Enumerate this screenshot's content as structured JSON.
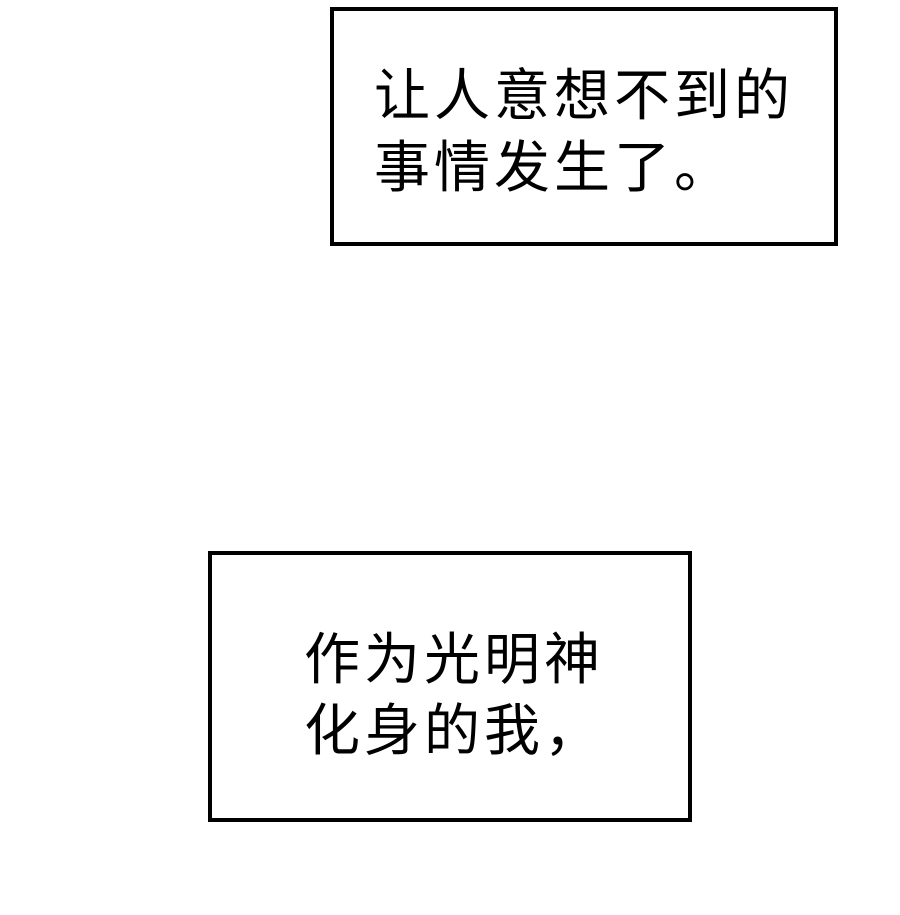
{
  "narration_boxes": [
    {
      "lines": [
        "让人意想不到的",
        "事情发生了。"
      ]
    },
    {
      "lines": [
        "作为光明神",
        "化身的我，"
      ]
    }
  ],
  "colors": {
    "border": "#000000",
    "background": "#ffffff",
    "text": "#000000"
  }
}
